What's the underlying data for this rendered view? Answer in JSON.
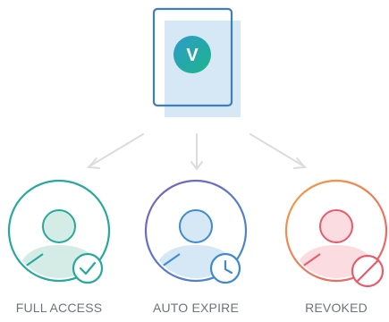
{
  "document": {
    "logo_letter": "V"
  },
  "access_states": [
    {
      "label": "FULL ACCESS",
      "badge_icon": "checkmark-icon"
    },
    {
      "label": "AUTO EXPIRE",
      "badge_icon": "clock-icon"
    },
    {
      "label": "REVOKED",
      "badge_icon": "prohibited-icon"
    }
  ],
  "colors": {
    "document_stroke": "#3d7fb8",
    "document_fill": "#d6e8f6",
    "logo_gradient": [
      "#2e9bc8",
      "#1db58c"
    ],
    "arrows": "#dcdcdc",
    "full_access": "#26a99a",
    "auto_expire_ring": [
      "#7b5fbf",
      "#3f8fd0"
    ],
    "auto_expire": "#3e8ad1",
    "revoked_ring": [
      "#f2a03f",
      "#ea5a6a"
    ],
    "revoked": "#e85b6b",
    "label_text": "#6e7479"
  }
}
